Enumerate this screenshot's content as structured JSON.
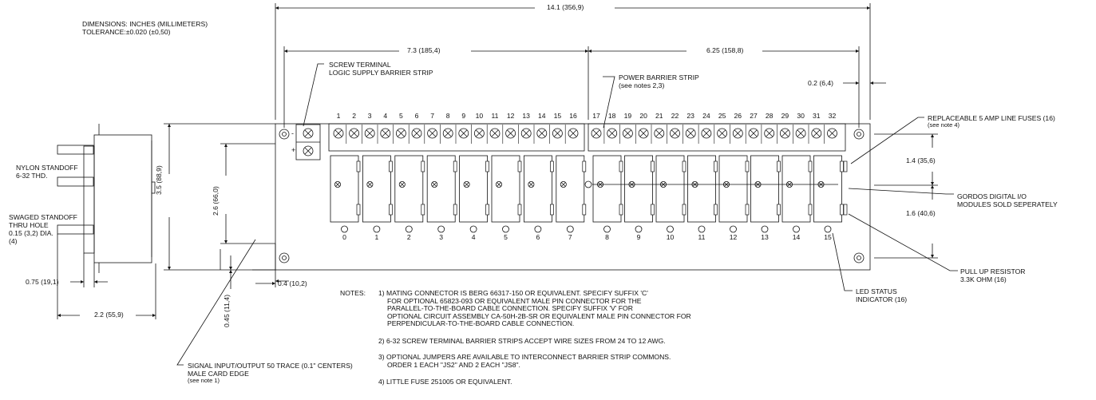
{
  "title_block": {
    "dimensions_note": "DIMENSIONS: INCHES (MILLIMETERS)",
    "tolerance_note": "TOLERANCE:±0.020 (±0,50)"
  },
  "dimensions": {
    "overall_width": "14.1 (356,9)",
    "left_span": "7.3 (185,4)",
    "right_span": "6.25 (158,8)",
    "right_margin": "0.2 (6,4)",
    "overall_height": "3.5 (88,9)",
    "inner_height": "2.6 (66,0)",
    "upper_right": "1.4 (35,6)",
    "lower_right": "1.6 (40,6)",
    "left_offset": "0.4 (10,2)",
    "bottom_offset": "0.45 (11,4)",
    "standoff_height": "0.75 (19,1)",
    "side_depth": "2.2 (55,9)"
  },
  "callouts": {
    "screw_terminal": [
      "SCREW TERMINAL",
      "LOGIC SUPPLY BARRIER STRIP"
    ],
    "power_barrier": [
      "POWER BARRIER STRIP",
      "(see notes 2,3)"
    ],
    "line_fuses": [
      "REPLACEABLE 5 AMP LINE FUSES (16)",
      "(see note 4)"
    ],
    "gordos_modules": [
      "GORDOS DIGITAL I/O",
      "MODULES SOLD SEPERATELY"
    ],
    "pull_up_resistor": [
      "PULL UP RESISTOR",
      "3.3K OHM (16)"
    ],
    "led_status": [
      "LED STATUS",
      "INDICATOR (16)"
    ],
    "signal_edge": [
      "SIGNAL INPUT/OUTPUT 50 TRACE (0.1\" CENTERS)",
      "MALE CARD EDGE",
      "(see note 1)"
    ],
    "nylon_standoff": [
      "NYLON STANDOFF",
      "6-32 THD."
    ],
    "swaged_standoff": [
      "SWAGED STANDOFF",
      "THRU HOLE",
      "0.15 (3,2) DIA.",
      "(4)"
    ]
  },
  "terminal_numbers": [
    "1",
    "2",
    "3",
    "4",
    "5",
    "6",
    "7",
    "8",
    "9",
    "10",
    "11",
    "12",
    "13",
    "14",
    "15",
    "16",
    "17",
    "18",
    "19",
    "20",
    "21",
    "22",
    "23",
    "24",
    "25",
    "26",
    "27",
    "28",
    "29",
    "30",
    "31",
    "32"
  ],
  "module_numbers": [
    "0",
    "1",
    "2",
    "3",
    "4",
    "5",
    "6",
    "7",
    "8",
    "9",
    "10",
    "11",
    "12",
    "13",
    "14",
    "15"
  ],
  "supply_polarity": [
    "-",
    "+"
  ],
  "notes": {
    "heading": "NOTES:",
    "items": [
      {
        "lines": [
          "1) MATING CONNECTOR IS BERG 66317-150 OR EQUIVALENT.  SPECIFY SUFFIX 'C'",
          "FOR OPTIONAL 65823-093 OR EQUIVALENT MALE PIN CONNECTOR FOR THE",
          "PARALLEL-TO-THE-BOARD CABLE CONNECTION.  SPECIFY SUFFIX 'V' FOR",
          "OPTIONAL CIRCUIT ASSEMBLY CA-50H-2B-SR OR EQUIVALENT MALE PIN CONNECTOR FOR",
          "PERPENDICULAR-TO-THE-BOARD CABLE CONNECTION."
        ]
      },
      {
        "lines": [
          "2) 6-32 SCREW TERMINAL BARRIER STRIPS ACCEPT WIRE SIZES FROM 24 TO 12 AWG."
        ]
      },
      {
        "lines": [
          "3) OPTIONAL JUMPERS ARE AVAILABLE TO INTERCONNECT BARRIER STRIP COMMONS.",
          "ORDER 1 EACH \"JS2\" AND 2 EACH \"JS8\"."
        ]
      },
      {
        "lines": [
          "4) LITTLE FUSE 251005 OR EQUIVALENT."
        ]
      }
    ]
  }
}
